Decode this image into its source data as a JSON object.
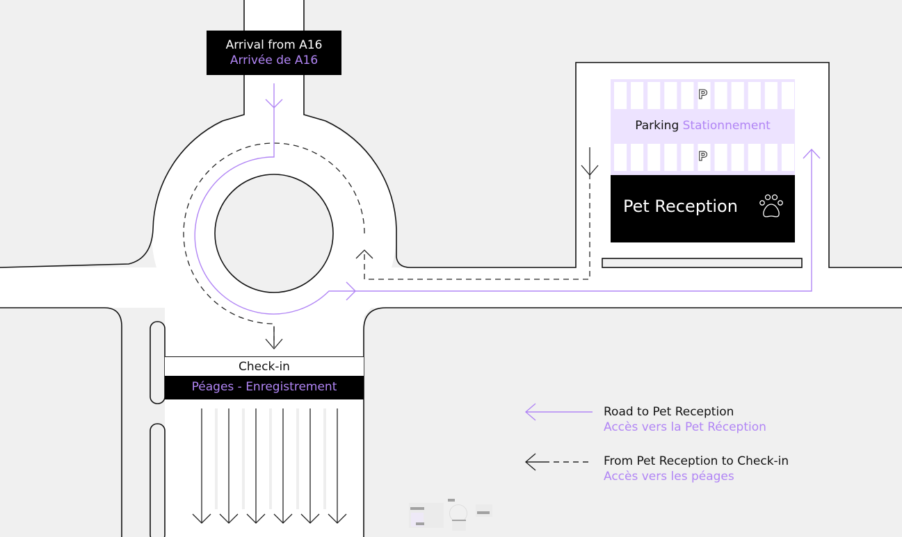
{
  "colors": {
    "background": "#f0f0f0",
    "road": "#ffffff",
    "outline": "#111111",
    "accent_purple": "#b185f5",
    "parking_fill": "#ede3ff",
    "label_black": "#000000"
  },
  "signs": {
    "arrival": {
      "en": "Arrival from A16",
      "fr": "Arrivée de A16"
    },
    "parking": {
      "en": "Parking",
      "fr": "Stationnement",
      "symbol": "P"
    },
    "pet_reception": {
      "label": "Pet Reception",
      "icon": "paw-icon"
    },
    "checkin": {
      "en": "Check-in",
      "fr": "Péages - Enregistrement"
    }
  },
  "legend": [
    {
      "style": "solid-purple-arrow",
      "en": "Road to Pet Reception",
      "fr": "Accès vers la Pet Réception"
    },
    {
      "style": "dashed-black-arrow",
      "en": "From Pet Reception to Check-in",
      "fr": "Accès vers les péages"
    }
  ],
  "parking": {
    "spaces_per_row": 11,
    "rows": 2
  },
  "checkin": {
    "lanes": 6
  }
}
